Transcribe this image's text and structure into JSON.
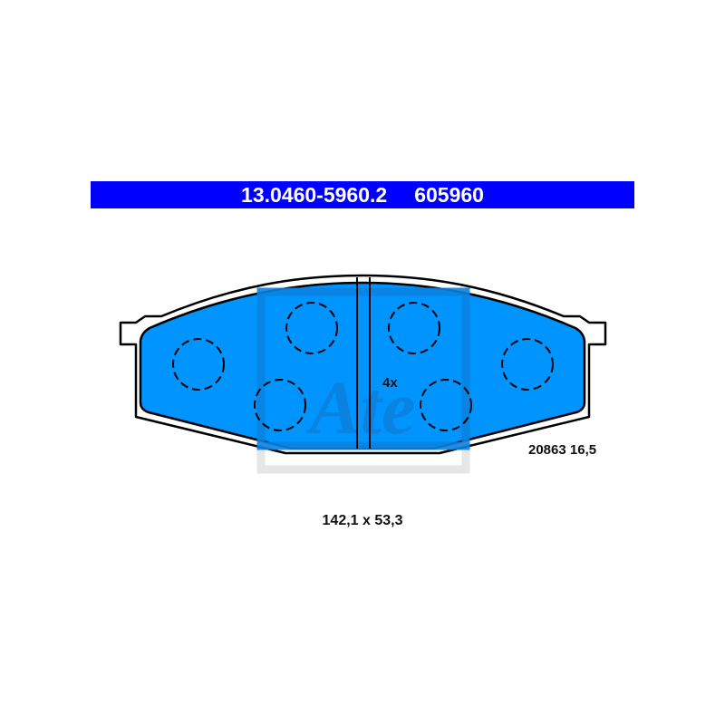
{
  "header": {
    "part_number": "13.0460-5960.2",
    "ref_number": "605960",
    "background_color": "#0000ff",
    "text_color": "#ffffff"
  },
  "drawing": {
    "subject": "brake pad outline",
    "pad_color": "#0094ff",
    "watermark": "Ate logo",
    "dashed_circles": 6,
    "quantity_label": "4x",
    "reference_label": "20863 16,5"
  },
  "dimensions": {
    "label": "142,1 x 53,3"
  }
}
